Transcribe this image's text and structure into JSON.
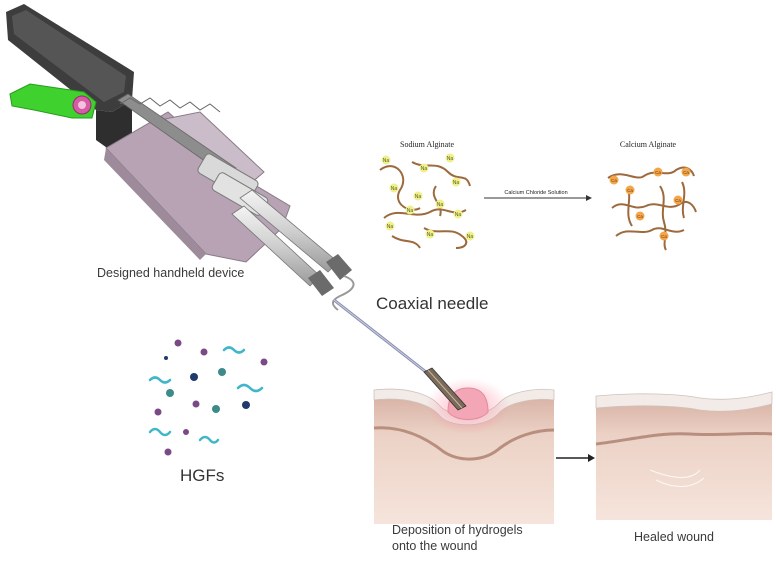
{
  "labels": {
    "device": "Designed handheld device",
    "needle": "Coaxial needle",
    "hgfs": "HGFs",
    "deposition_line1": "Deposition of hydrogels",
    "deposition_line2": "onto the wound",
    "healed": "Healed wound"
  },
  "reaction": {
    "left_title": "Sodium Alginate",
    "right_title": "Calcium Alginate",
    "arrow_label": "Calcium Chloride Solution",
    "ion_na": "Na",
    "ion_ca": "Ca"
  },
  "colors": {
    "handle_dark": "#3d3d3d",
    "device_body": "#b7a3b4",
    "trigger": "#3fd12e",
    "trigger_knob": "#d65aa4",
    "chain": "#9c6a3c",
    "na_ion": "#eef08a",
    "ca_ion": "#f4a64a",
    "skin_top": "#e6c9bb",
    "skin_base": "#f5e0d8",
    "hydrogel": "#f3a6b6",
    "hgf_teal": "#3fb6c9",
    "hgf_purple": "#7a4a86",
    "hgf_navy": "#1f3b6e",
    "hgf_green": "#3d8a8a"
  }
}
